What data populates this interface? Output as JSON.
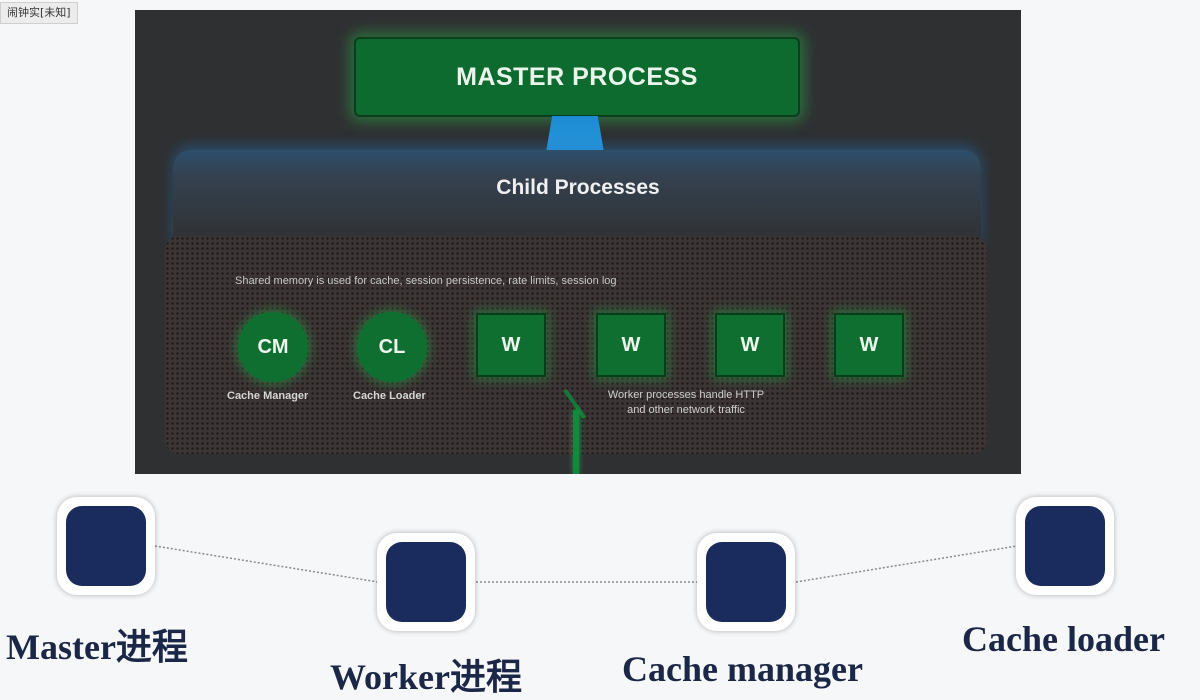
{
  "corner_tag": "闹钟实[未知]",
  "slide": {
    "master_title": "MASTER PROCESS",
    "child_title": "Child Processes",
    "shared_caption": "Shared memory is used for cache, session persistence, rate limits, session log",
    "nodes": [
      {
        "text": "CM",
        "label": "Cache Manager"
      },
      {
        "text": "CL",
        "label": "Cache Loader"
      },
      {
        "text": "W"
      },
      {
        "text": "W"
      },
      {
        "text": "W"
      },
      {
        "text": "W"
      }
    ],
    "worker_caption_line1": "Worker processes handle HTTP",
    "worker_caption_line2": "and other network traffic"
  },
  "legend": [
    {
      "label": "Master进程"
    },
    {
      "label": "Worker进程"
    },
    {
      "label": "Cache manager"
    },
    {
      "label": "Cache loader"
    }
  ],
  "colors": {
    "slide_bg": "#2f3032",
    "node_green": "#0f6f30",
    "connector_blue": "#1c8ad0",
    "legend_node": "#1a2b5e",
    "legend_text": "#1b2747"
  }
}
